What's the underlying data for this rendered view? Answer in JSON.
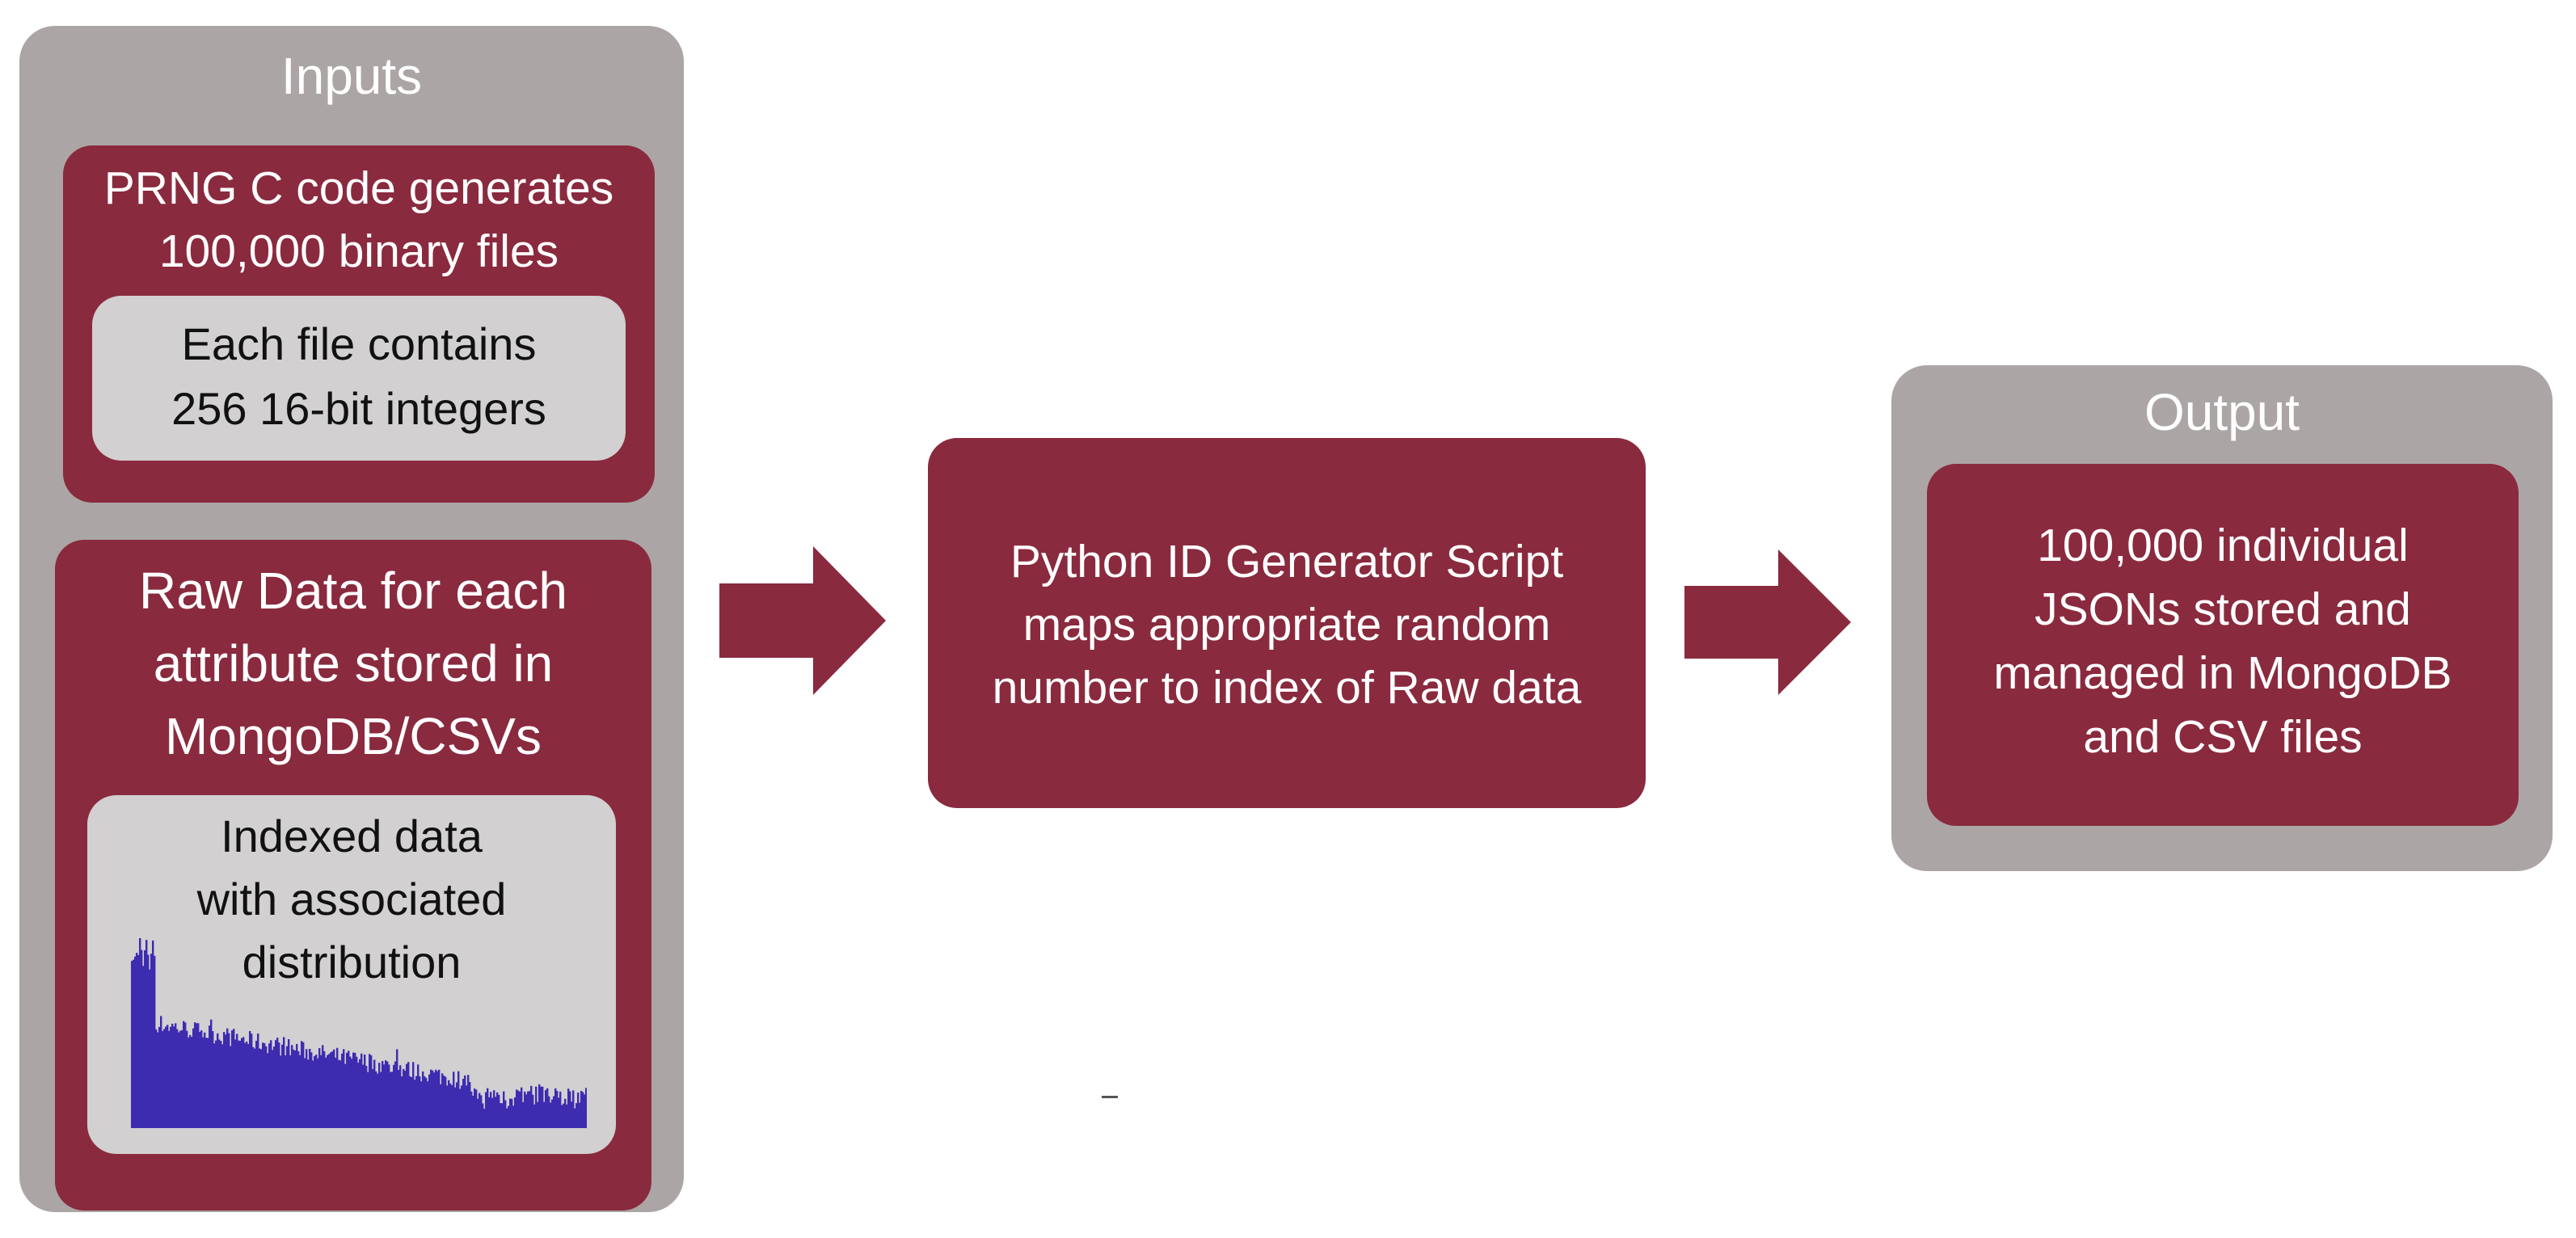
{
  "inputs": {
    "title": "Inputs",
    "prng": {
      "lines": [
        "PRNG C code generates",
        "100,000 binary files"
      ],
      "detail": [
        "Each file contains",
        "256 16-bit integers"
      ]
    },
    "raw": {
      "lines": [
        "Raw Data for each",
        "attribute stored in",
        "MongoDB/CSVs"
      ],
      "detail": [
        "Indexed data",
        "with associated",
        "distribution"
      ]
    }
  },
  "process": {
    "lines": [
      "Python ID Generator Script",
      "maps appropriate random",
      "number to index of Raw data"
    ]
  },
  "output": {
    "title": "Output",
    "lines": [
      "100,000 individual",
      "JSONs stored and",
      "managed in MongoDB",
      "and CSV files"
    ]
  },
  "colors": {
    "maroon": "#8a2a3e",
    "panel_gray": "#aba6a5",
    "light_gray": "#d2d0d0",
    "histogram": "#3d2bb0"
  }
}
